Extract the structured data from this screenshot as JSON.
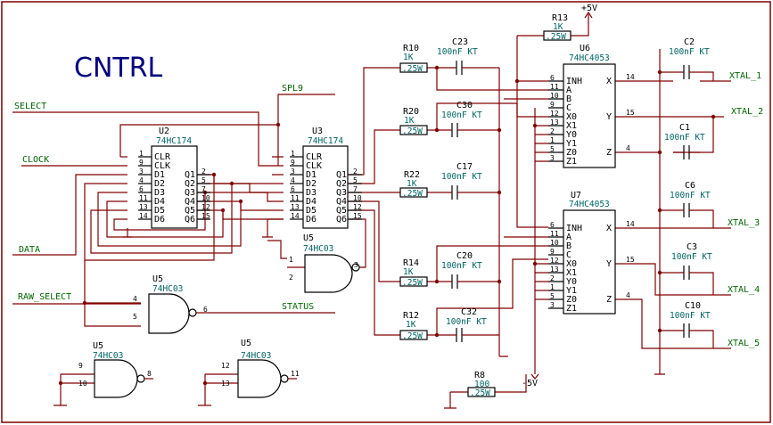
{
  "title": "CNTRL",
  "power": {
    "vcc": "+5V",
    "vee": "-5V"
  },
  "nets": {
    "select": "SELECT",
    "clock": "CLOCK",
    "data": "DATA",
    "raw_select": "RAW_SELECT",
    "spl9": "SPL9",
    "status": "STATUS",
    "xtal1": "XTAL_1",
    "xtal2": "XTAL_2",
    "xtal3": "XTAL_3",
    "xtal4": "XTAL_4",
    "xtal5": "XTAL_5"
  },
  "ic": {
    "u2": {
      "ref": "U2",
      "part": "74HC174"
    },
    "u3": {
      "ref": "U3",
      "part": "74HC174"
    },
    "u6": {
      "ref": "U6",
      "part": "74HC4053"
    },
    "u7": {
      "ref": "U7",
      "part": "74HC4053"
    },
    "g_u5a": {
      "ref": "U5",
      "part": "74HC03"
    },
    "g_u5b": {
      "ref": "U5",
      "part": "74HC03"
    },
    "g_u5c": {
      "ref": "U5",
      "part": "74HC03"
    },
    "g_u5d": {
      "ref": "U5",
      "part": "74HC03"
    }
  },
  "pins174": {
    "left": [
      "CLR",
      "CLK",
      "D1",
      "D2",
      "D3",
      "D4",
      "D5",
      "D6"
    ],
    "left_nums": [
      "1",
      "9",
      "3",
      "4",
      "6",
      "11",
      "13",
      "14"
    ],
    "right": [
      "Q1",
      "Q2",
      "Q3",
      "Q4",
      "Q5",
      "Q6"
    ],
    "right_nums": [
      "2",
      "5",
      "7",
      "10",
      "12",
      "15"
    ]
  },
  "pins4053": {
    "left": [
      "INH",
      "A",
      "B",
      "C",
      "X0",
      "X1",
      "Y0",
      "Y1",
      "Z0",
      "Z1"
    ],
    "u6_left_nums": [
      "6",
      "11",
      "10",
      "9",
      "12",
      "13",
      "2",
      "1",
      "5",
      "3"
    ],
    "u7_left_nums": [
      "6",
      "11",
      "10",
      "9",
      "12",
      "13",
      "2",
      "1",
      "5",
      "3"
    ],
    "right": [
      "X",
      "Y",
      "Z"
    ],
    "right_nums": [
      "14",
      "15",
      "4"
    ]
  },
  "gate_pins": {
    "u5a": {
      "a": "1",
      "b": "2",
      "y": "3"
    },
    "u5b": {
      "a": "4",
      "b": "5",
      "y": "6"
    },
    "u5c": {
      "a": "9",
      "b": "10",
      "y": "8"
    },
    "u5d": {
      "a": "12",
      "b": "13",
      "y": "11"
    }
  },
  "resistors": {
    "r13": {
      "ref": "R13",
      "value": "1K",
      "rating": ".25W"
    },
    "r10": {
      "ref": "R10",
      "value": "1K",
      "rating": ".25W"
    },
    "r20": {
      "ref": "R20",
      "value": "1K",
      "rating": ".25W"
    },
    "r22": {
      "ref": "R22",
      "value": "1K",
      "rating": ".25W"
    },
    "r14": {
      "ref": "R14",
      "value": "1K",
      "rating": ".25W"
    },
    "r12": {
      "ref": "R12",
      "value": "1K",
      "rating": ".25W"
    },
    "r8": {
      "ref": "R8",
      "value": "100",
      "rating": ".25W"
    }
  },
  "capacitors": {
    "c23": {
      "ref": "C23",
      "value": "100nF KT"
    },
    "c30": {
      "ref": "C30",
      "value": "100nF KT"
    },
    "c17": {
      "ref": "C17",
      "value": "100nF KT"
    },
    "c20": {
      "ref": "C20",
      "value": "100nF KT"
    },
    "c32": {
      "ref": "C32",
      "value": "100nF KT"
    },
    "c2": {
      "ref": "C2",
      "value": "100nF KT"
    },
    "c1": {
      "ref": "C1",
      "value": "100nF KT"
    },
    "c6": {
      "ref": "C6",
      "value": "100nF KT"
    },
    "c3": {
      "ref": "C3",
      "value": "100nF KT"
    },
    "c10": {
      "ref": "C10",
      "value": "100nF KT"
    }
  }
}
